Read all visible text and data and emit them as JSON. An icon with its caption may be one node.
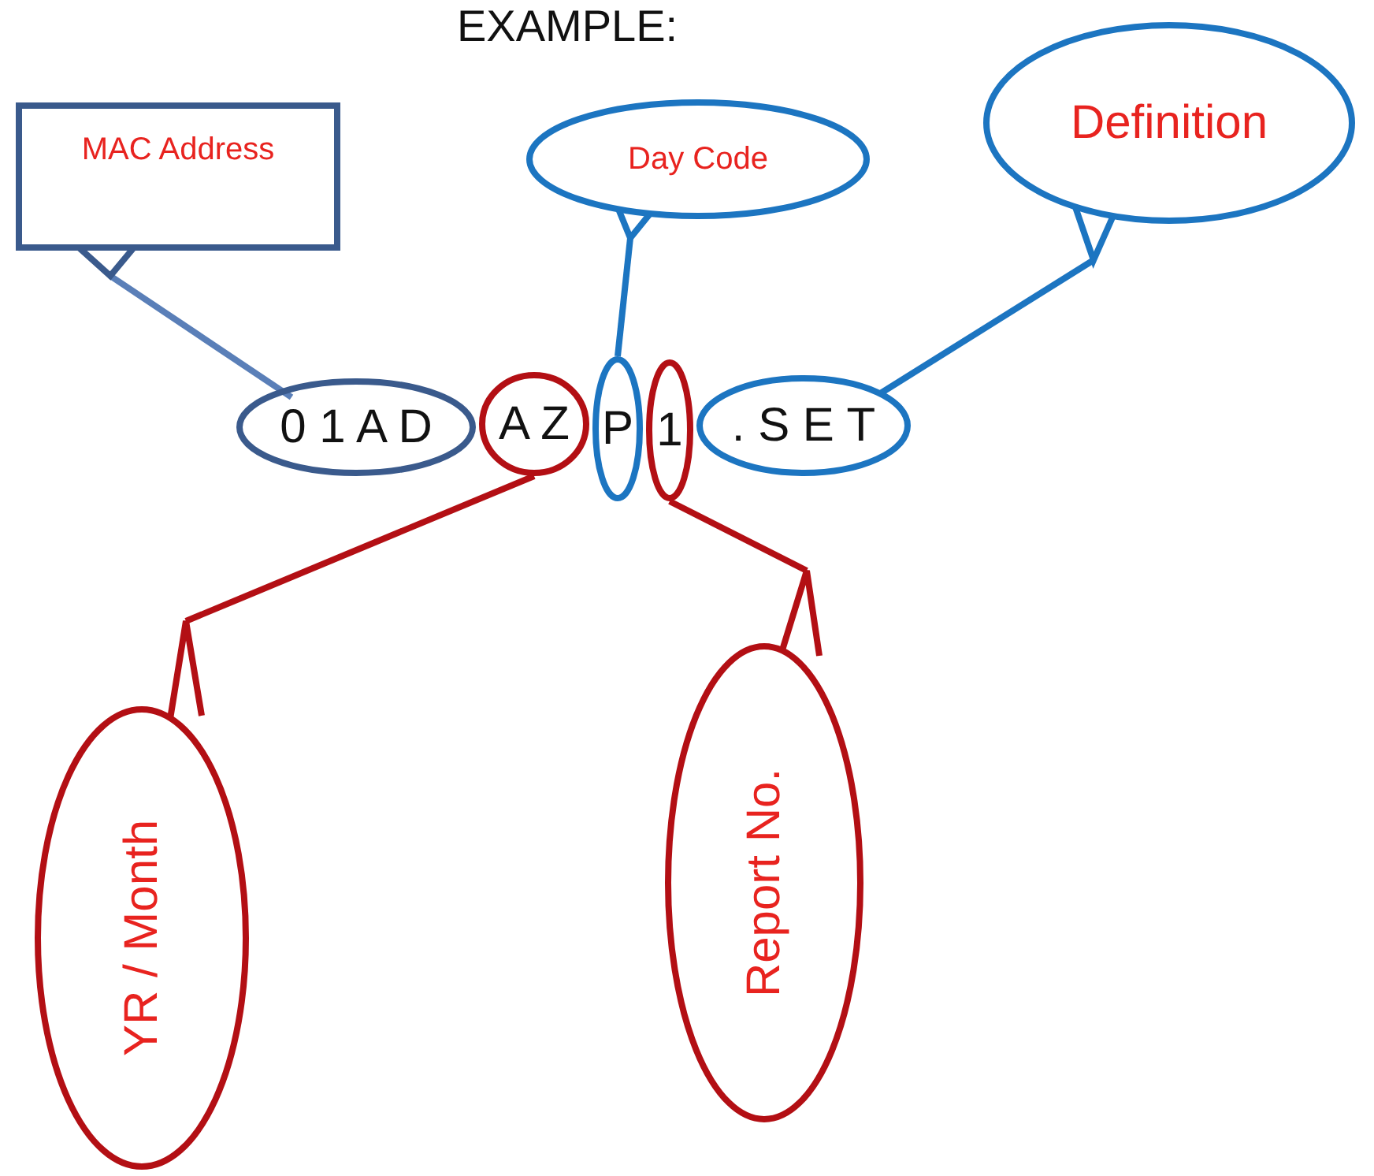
{
  "diagram": {
    "title": "EXAMPLE:",
    "nodes": [
      {
        "text": [
          "MAC Address"
        ]
      },
      {
        "text": [
          "Day Code"
        ]
      },
      {
        "text": [
          "Definition"
        ]
      },
      {
        "text": [
          "0 1 A D"
        ]
      },
      {
        "text": [
          "A Z"
        ]
      },
      {
        "text": [
          "P"
        ]
      },
      {
        "text": [
          "1"
        ]
      },
      {
        "text": [
          ". S E T"
        ]
      },
      {
        "text": [
          "YR / Month"
        ]
      },
      {
        "text": [
          "Report No."
        ]
      }
    ],
    "edges": [
      {
        "from": 0,
        "to": 3,
        "arrow": "none",
        "color": "#5a7fb8"
      },
      {
        "from": 1,
        "to": 5,
        "arrow": "none",
        "color": "#1c75c1"
      },
      {
        "from": 2,
        "to": 7,
        "arrow": "none",
        "color": "#1c75c1"
      },
      {
        "from": 4,
        "to": 8,
        "arrow": "none",
        "color": "#b30f14"
      },
      {
        "from": 6,
        "to": 9,
        "arrow": "none",
        "color": "#b30f14"
      }
    ]
  }
}
